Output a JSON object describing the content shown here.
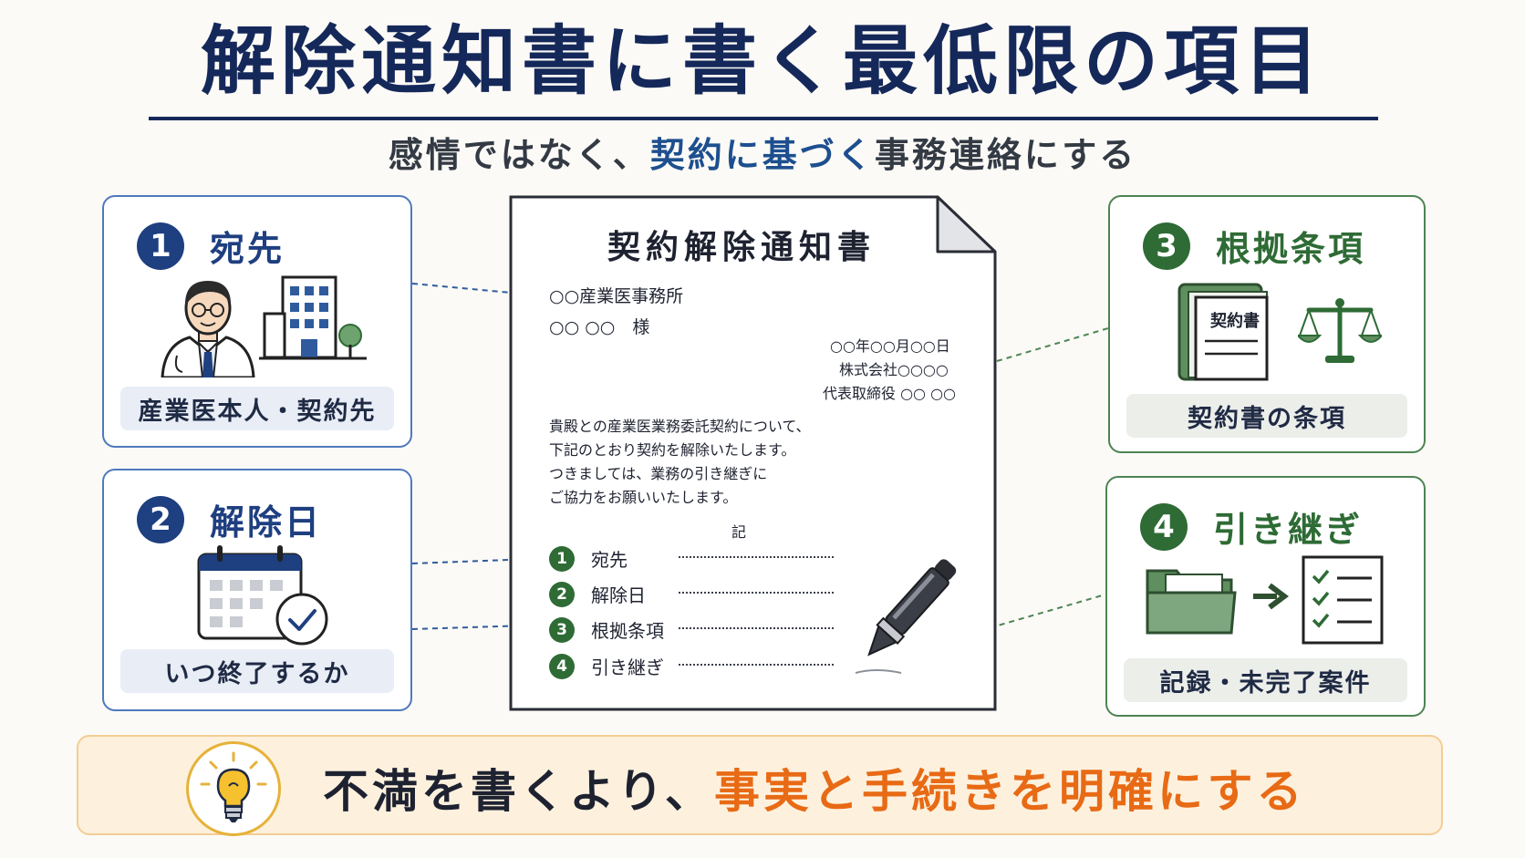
{
  "title": "解除通知書に書く最低限の項目",
  "subtitle": {
    "part1": "感情ではなく、",
    "highlight": "契約に基づく",
    "part2": "事務連絡にする"
  },
  "cards": [
    {
      "num": "1",
      "title": "宛先",
      "caption": "産業医本人・契約先"
    },
    {
      "num": "2",
      "title": "解除日",
      "caption": "いつ終了するか"
    },
    {
      "num": "3",
      "title": "根拠条項",
      "caption": "契約書の条項",
      "book_label": "契約書"
    },
    {
      "num": "4",
      "title": "引き継ぎ",
      "caption": "記録・未完了案件"
    }
  ],
  "document": {
    "title": "契約解除通知書",
    "addressee_office": "○○産業医事務所",
    "addressee_name": "○○ ○○　様",
    "date": "○○年○○月○○日",
    "company": "株式会社○○○○",
    "representative": "代表取締役 ○○ ○○",
    "body": [
      "貴殿との産業医業務委託契約について、",
      "下記のとおり契約を解除いたします。",
      "つきましては、業務の引き継ぎに",
      "ご協力をお願いいたします。"
    ],
    "ki": "記",
    "items": [
      {
        "num": "1",
        "label": "宛先"
      },
      {
        "num": "2",
        "label": "解除日"
      },
      {
        "num": "3",
        "label": "根拠条項"
      },
      {
        "num": "4",
        "label": "引き継ぎ"
      }
    ]
  },
  "footer": {
    "part1": "不満を書くより、",
    "highlight": "事実と手続きを明確にする"
  },
  "colors": {
    "navy": "#15285a",
    "blue": "#1e3f80",
    "green": "#2e6b35",
    "orange": "#e86a15",
    "footer_bg": "#fdf1de"
  },
  "icons": [
    "doctor-icon",
    "building-icon",
    "calendar-icon",
    "check-icon",
    "contract-book-icon",
    "scales-icon",
    "folder-icon",
    "arrow-icon",
    "checklist-icon",
    "pen-icon",
    "lightbulb-icon"
  ]
}
